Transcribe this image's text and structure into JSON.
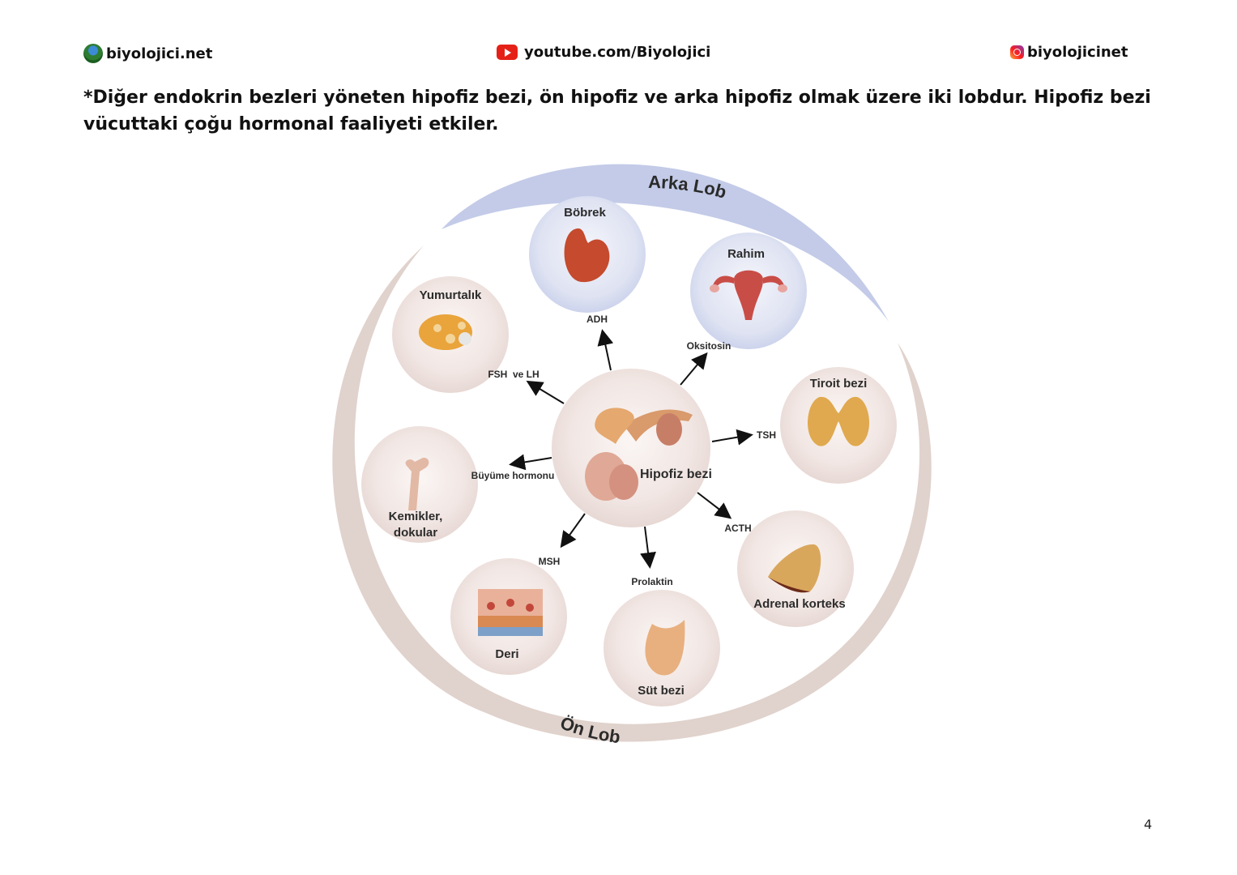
{
  "header": {
    "site": "biyolojici.net",
    "youtube": "youtube.com/Biyolojici",
    "instagram": "biyolojicinet"
  },
  "intro": {
    "part1": "*Diğer endokrin bezleri yöneten hipofiz bezi, ",
    "bold": "ön hipofiz ve arka hipofiz",
    "part2": " olmak üzere iki lobdur. Hipofiz bezi vücuttaki çoğu hormonal faaliyeti etkiler."
  },
  "diagram": {
    "back_lobe": "Arka Lob",
    "front_lobe": "Ön Lob",
    "center": "Hipofiz bezi",
    "targets": {
      "bobrek": "Böbrek",
      "rahim": "Rahim",
      "tiroit": "Tiroit bezi",
      "adrenal": "Adrenal korteks",
      "sut": "Süt bezi",
      "deri": "Deri",
      "kemik_line1": "Kemikler,",
      "kemik_line2": "dokular",
      "yumurtalik": "Yumurtalık"
    },
    "hormones": {
      "adh": "ADH",
      "oksitosin": "Oksitosin",
      "tsh": "TSH",
      "acth": "ACTH",
      "prolaktin": "Prolaktin",
      "msh": "MSH",
      "buyume": "Büyüme hormonu",
      "fsh_lh": "FSH  ve LH"
    },
    "colors": {
      "back_lobe_arc": "#c3cbe8",
      "front_lobe_ring": "#e0d2cc",
      "target_circle": "#f1e6e3"
    }
  },
  "page_number": "4"
}
